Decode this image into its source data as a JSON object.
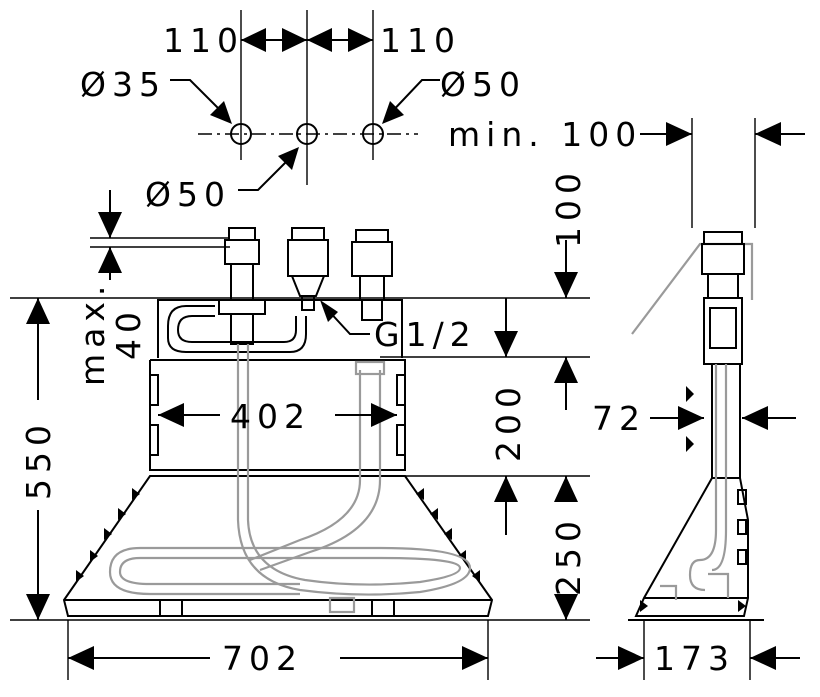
{
  "dimensions": {
    "spacing_left": "110",
    "spacing_right": "110",
    "dia_left": "Ø35",
    "dia_right": "Ø50",
    "dia_center": "Ø50",
    "min_clearance": "min. 100",
    "top_offset": "100",
    "max_height": "max.\n40",
    "max_label_1": "max.",
    "max_label_2": "40",
    "thread": "G1/2",
    "total_height": "550",
    "inner_width": "402",
    "mid_height": "200",
    "lower_height": "250",
    "total_width": "702",
    "side_width": "72",
    "side_base": "173"
  }
}
